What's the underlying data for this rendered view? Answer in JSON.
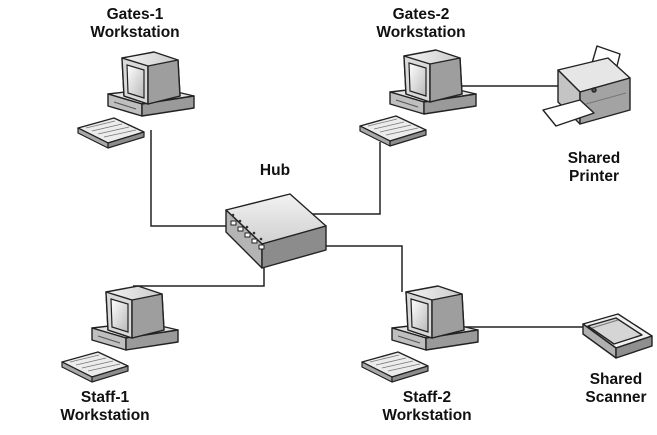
{
  "diagram": {
    "hub": {
      "label": "Hub"
    },
    "nodes": {
      "gates1": {
        "line1": "Gates-1",
        "line2": "Workstation"
      },
      "gates2": {
        "line1": "Gates-2",
        "line2": "Workstation"
      },
      "staff1": {
        "line1": "Staff-1",
        "line2": "Workstation"
      },
      "staff2": {
        "line1": "Staff-2",
        "line2": "Workstation"
      },
      "printer": {
        "line1": "Shared",
        "line2": "Printer"
      },
      "scanner": {
        "line1": "Shared",
        "line2": "Scanner"
      }
    },
    "connections": [
      [
        "gates1",
        "hub"
      ],
      [
        "gates2",
        "hub"
      ],
      [
        "staff1",
        "hub"
      ],
      [
        "staff2",
        "hub"
      ],
      [
        "gates2",
        "printer"
      ],
      [
        "staff2",
        "scanner"
      ]
    ]
  }
}
